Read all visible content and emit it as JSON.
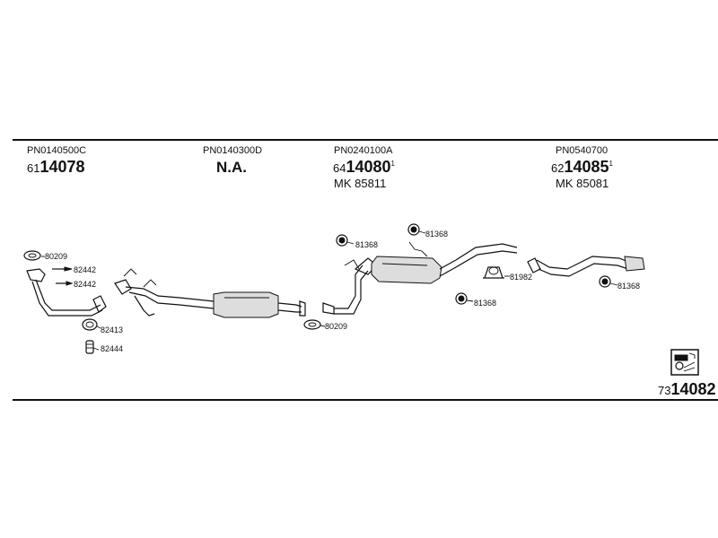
{
  "sections": [
    {
      "pn": "PN0140500C",
      "prefix": "61",
      "number": "14078",
      "sup": "",
      "mk": ""
    },
    {
      "pn": "PN0140300D",
      "prefix": "",
      "number": "N.A.",
      "sup": "",
      "mk": ""
    },
    {
      "pn": "PN0240100A",
      "prefix": "64",
      "number": "14080",
      "sup": "1",
      "mk": "MK  85811"
    },
    {
      "pn": "PN0540700",
      "prefix": "62",
      "number": "14085",
      "sup": "1",
      "mk": "MK  85081"
    }
  ],
  "parts": {
    "p80209a": "80209",
    "p82442a": "82442",
    "p82442b": "82442",
    "p82413": "82413",
    "p82444": "82444",
    "p81368a": "81368",
    "p81368b": "81368",
    "p81368c": "81368",
    "p81368d": "81368",
    "p80209b": "80209",
    "p81982": "81982"
  },
  "footer": {
    "prefix": "73",
    "number": "14082"
  },
  "icons": {
    "kit": "exhaust-kit-icon"
  }
}
